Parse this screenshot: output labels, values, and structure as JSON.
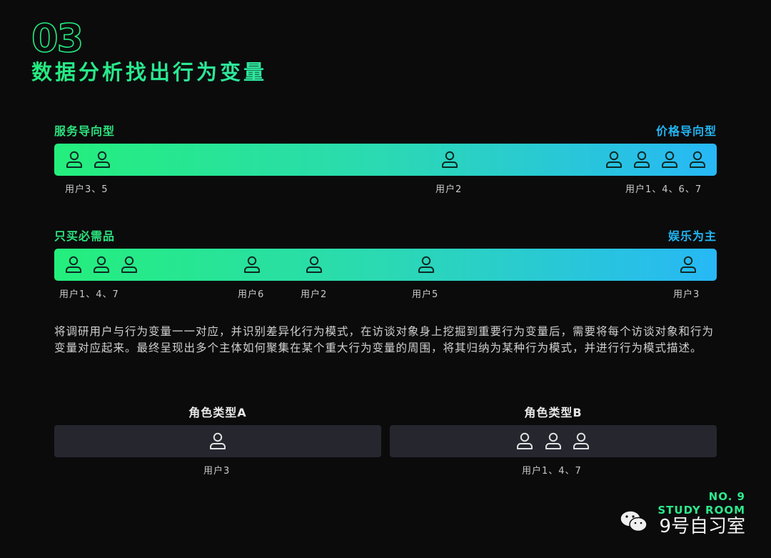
{
  "section": {
    "number": "03",
    "title": "数据分析找出行为变量"
  },
  "scales": [
    {
      "left_label": "服务导向型",
      "right_label": "价格导向型",
      "groups": [
        {
          "users": "用户3、5",
          "count": 2,
          "position": 0.06
        },
        {
          "users": "用户2",
          "count": 1,
          "position": 0.6
        },
        {
          "users": "用户1、4、6、7",
          "count": 4,
          "position": 0.95
        }
      ]
    },
    {
      "left_label": "只买必需品",
      "right_label": "娱乐为主",
      "groups": [
        {
          "users": "用户1、4、7",
          "count": 3,
          "position": 0.08
        },
        {
          "users": "用户6",
          "count": 1,
          "position": 0.3
        },
        {
          "users": "用户2",
          "count": 1,
          "position": 0.39
        },
        {
          "users": "用户5",
          "count": 1,
          "position": 0.56
        },
        {
          "users": "用户3",
          "count": 1,
          "position": 0.96
        }
      ]
    }
  ],
  "paragraph": "将调研用户与行为变量一一对应，并识别差异化行为模式，在访谈对象身上挖掘到重要行为变量后，需要将每个访谈对象和行为变量对应起来。最终呈现出多个主体如何聚集在某个重大行为变量的周围，将其归纳为某种行为模式，并进行行为模式描述。",
  "roles": [
    {
      "title": "角色类型A",
      "users": "用户3",
      "count": 1
    },
    {
      "title": "角色类型B",
      "users": "用户1、4、7",
      "count": 3
    }
  ],
  "brand": {
    "no": "NO. 9",
    "study_room": "STUDY ROOM",
    "name": "9号自习室"
  },
  "colors": {
    "green": "#25ea7f",
    "blue": "#27b8f6",
    "role_box": "#26262f"
  },
  "icons": {
    "user": "user-icon",
    "wechat": "wechat-icon"
  }
}
